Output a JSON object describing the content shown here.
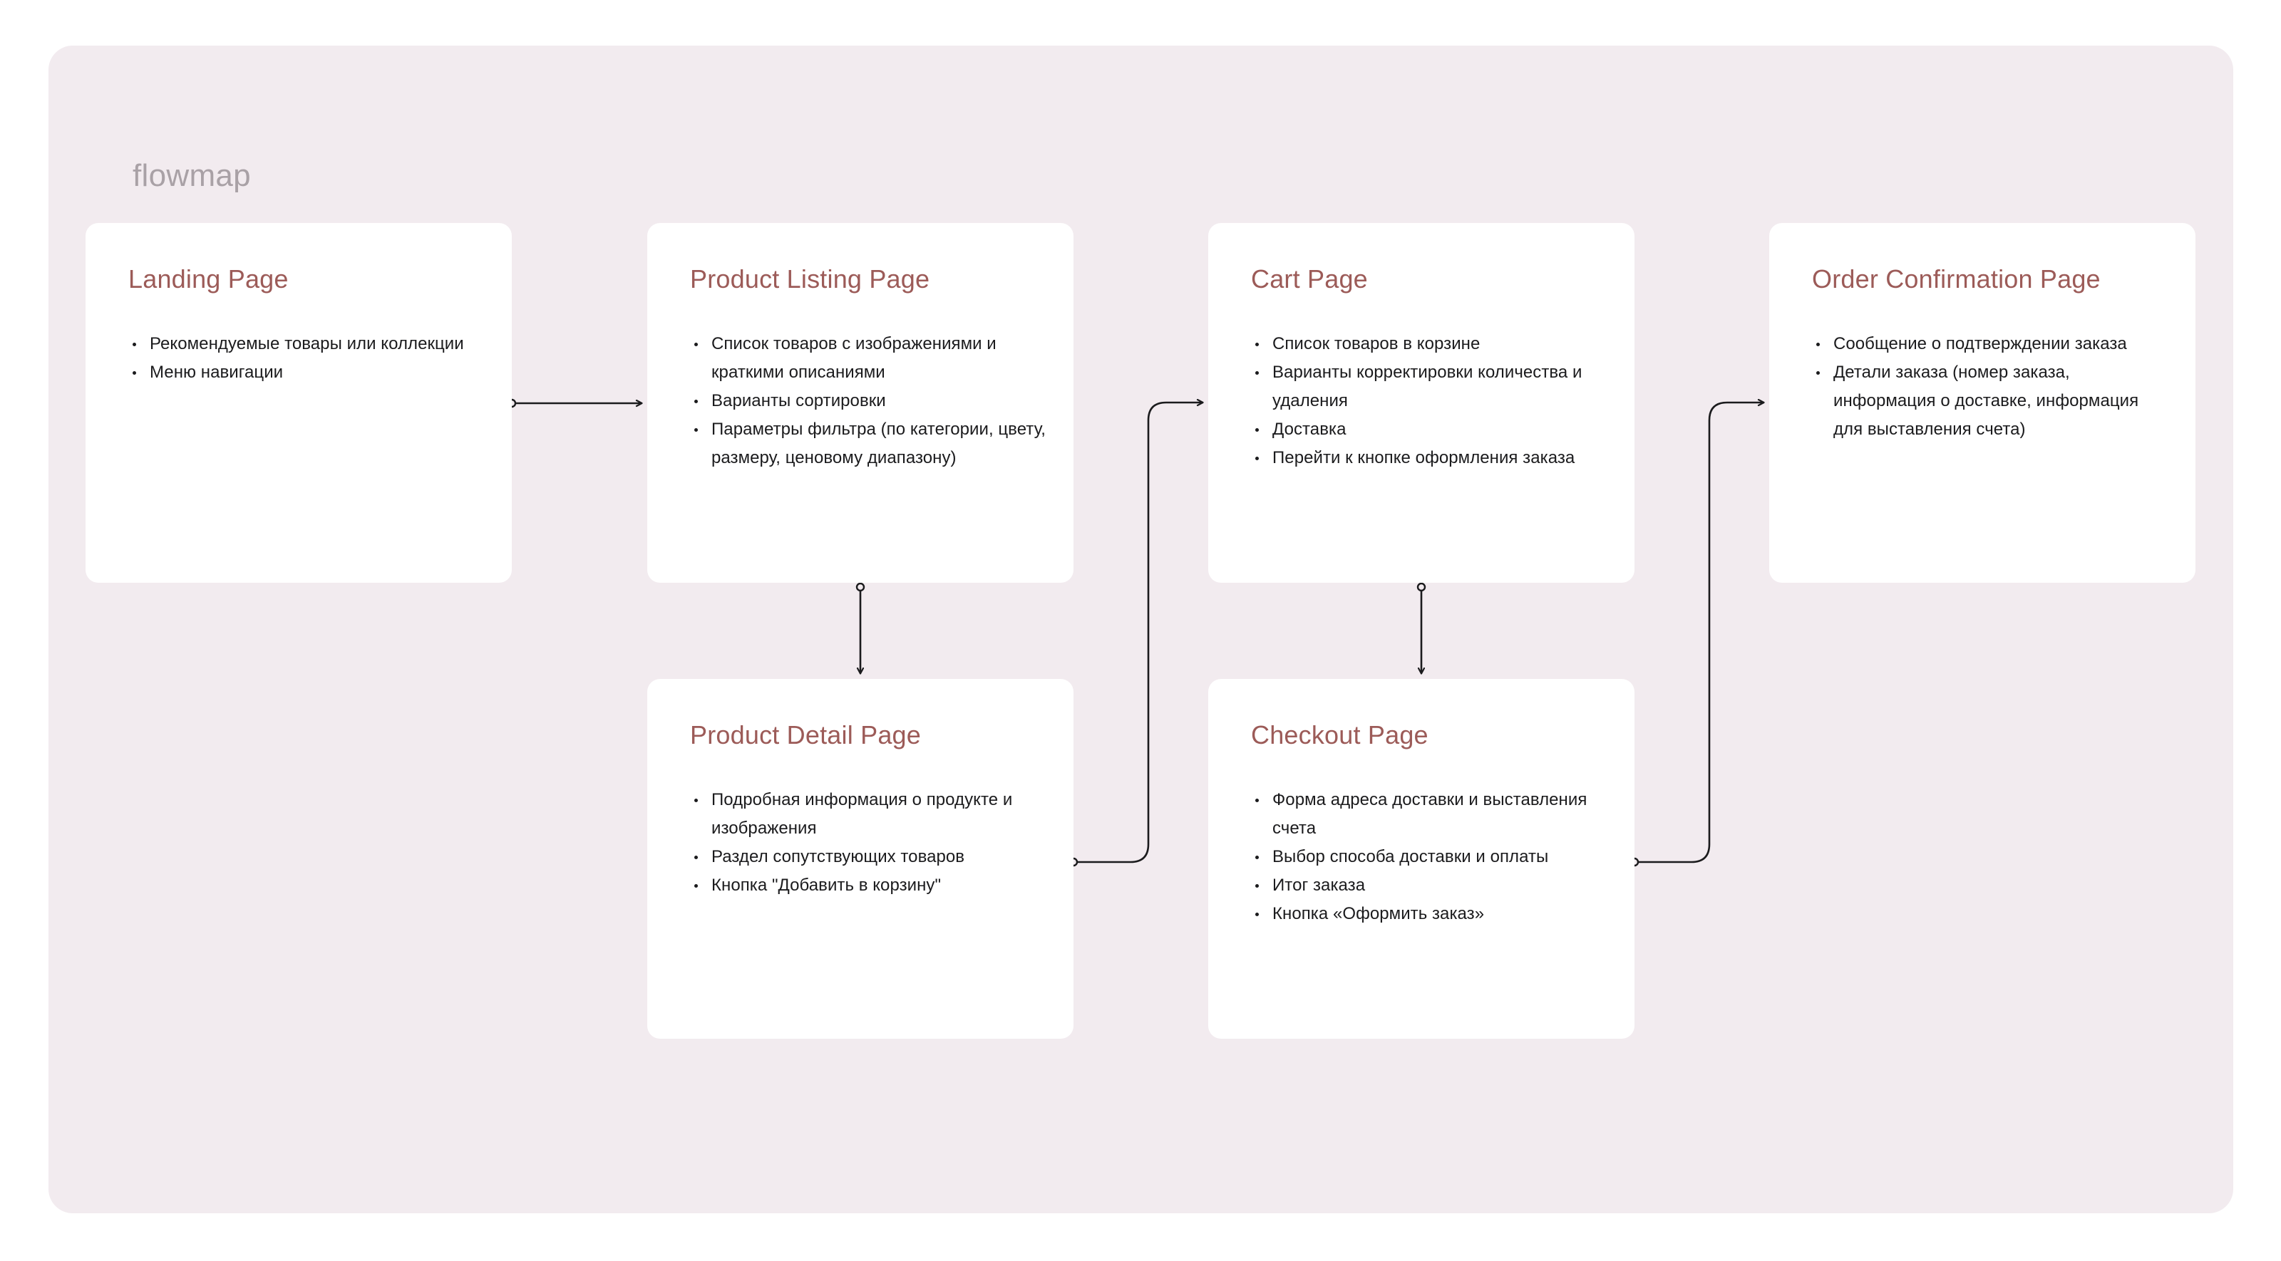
{
  "panel": {
    "title": "flowmap",
    "background_color": "#F2EBEF",
    "title_color": "#A9A1A6"
  },
  "theme": {
    "card_background": "#FFFFFF",
    "node_title_color": "#9C5B58",
    "body_text_color": "#1B1B1D",
    "connector_color": "#1B1B1D"
  },
  "nodes": [
    {
      "id": "landing",
      "title": "Landing Page",
      "items": [
        "Рекомендуемые товары или коллекции",
        "Меню навигации"
      ]
    },
    {
      "id": "product-listing",
      "title": "Product Listing Page",
      "items": [
        "Список товаров с изображениями и краткими описаниями",
        "Варианты сортировки",
        "Параметры фильтра (по категории, цвету, размеру, ценовому диапазону)"
      ]
    },
    {
      "id": "cart",
      "title": "Cart Page",
      "items": [
        "Список товаров в корзине",
        "Варианты корректировки количества и удаления",
        "Доставка",
        "Перейти к кнопке оформления заказа"
      ]
    },
    {
      "id": "order-confirmation",
      "title": "Order Confirmation Page",
      "items": [
        "Сообщение о подтверждении заказа",
        "Детали заказа (номер заказа, информация о доставке, информация для выставления счета)"
      ]
    },
    {
      "id": "product-detail",
      "title": "Product Detail Page",
      "items": [
        "Подробная информация о продукте и изображения",
        "Раздел сопутствующих товаров",
        "Кнопка \"Добавить в корзину\""
      ]
    },
    {
      "id": "checkout",
      "title": "Checkout Page",
      "items": [
        "Форма адреса доставки и выставления счета",
        "Выбор способа доставки и оплаты",
        "Итог заказа",
        "Кнопка «Оформить заказ»"
      ]
    }
  ],
  "connectors": [
    {
      "id": "landing-to-product-listing",
      "from": "landing",
      "to": "product-listing",
      "shape": "horizontal"
    },
    {
      "id": "product-listing-to-product-detail",
      "from": "product-listing",
      "to": "product-detail",
      "shape": "vertical"
    },
    {
      "id": "product-detail-to-cart",
      "from": "product-detail",
      "to": "cart",
      "shape": "elbow-up-right"
    },
    {
      "id": "cart-to-checkout",
      "from": "cart",
      "to": "checkout",
      "shape": "vertical"
    },
    {
      "id": "checkout-to-order-confirmation",
      "from": "checkout",
      "to": "order-confirmation",
      "shape": "elbow-up-right"
    }
  ]
}
